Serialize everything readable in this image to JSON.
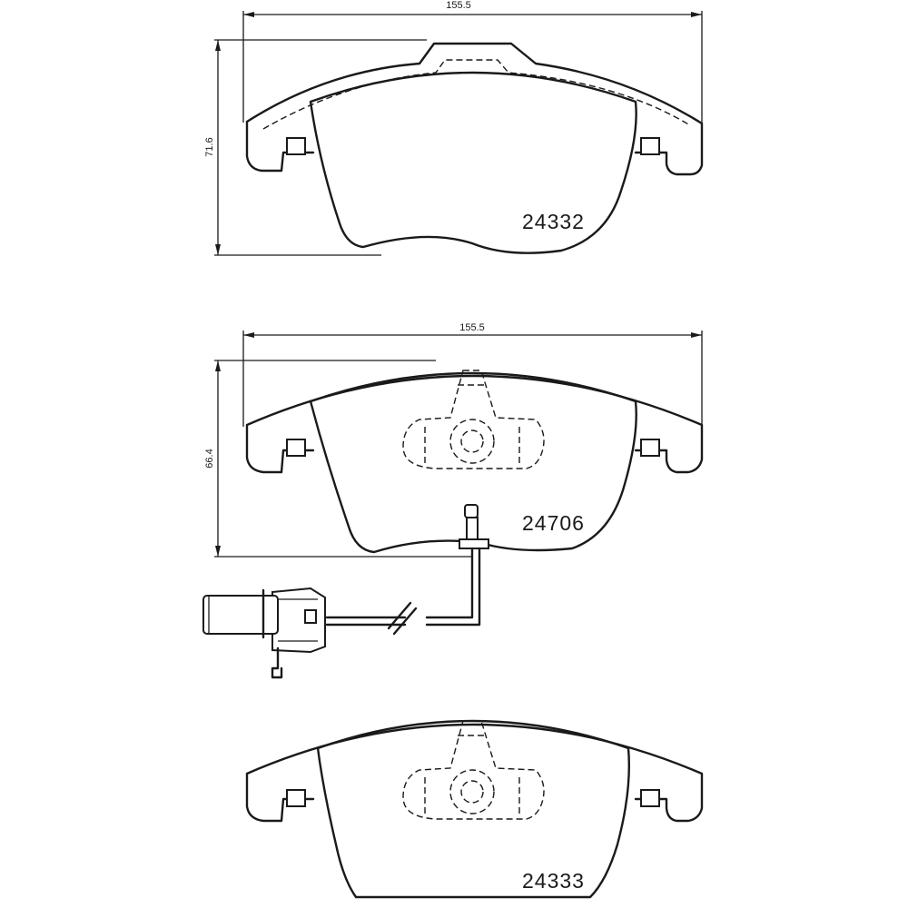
{
  "pads": [
    {
      "part_number": "24332",
      "width_dimension": "155.5",
      "height_dimension": "71.6"
    },
    {
      "part_number": "24706",
      "width_dimension": "155.5",
      "height_dimension": "66.4"
    },
    {
      "part_number": "24333"
    }
  ]
}
